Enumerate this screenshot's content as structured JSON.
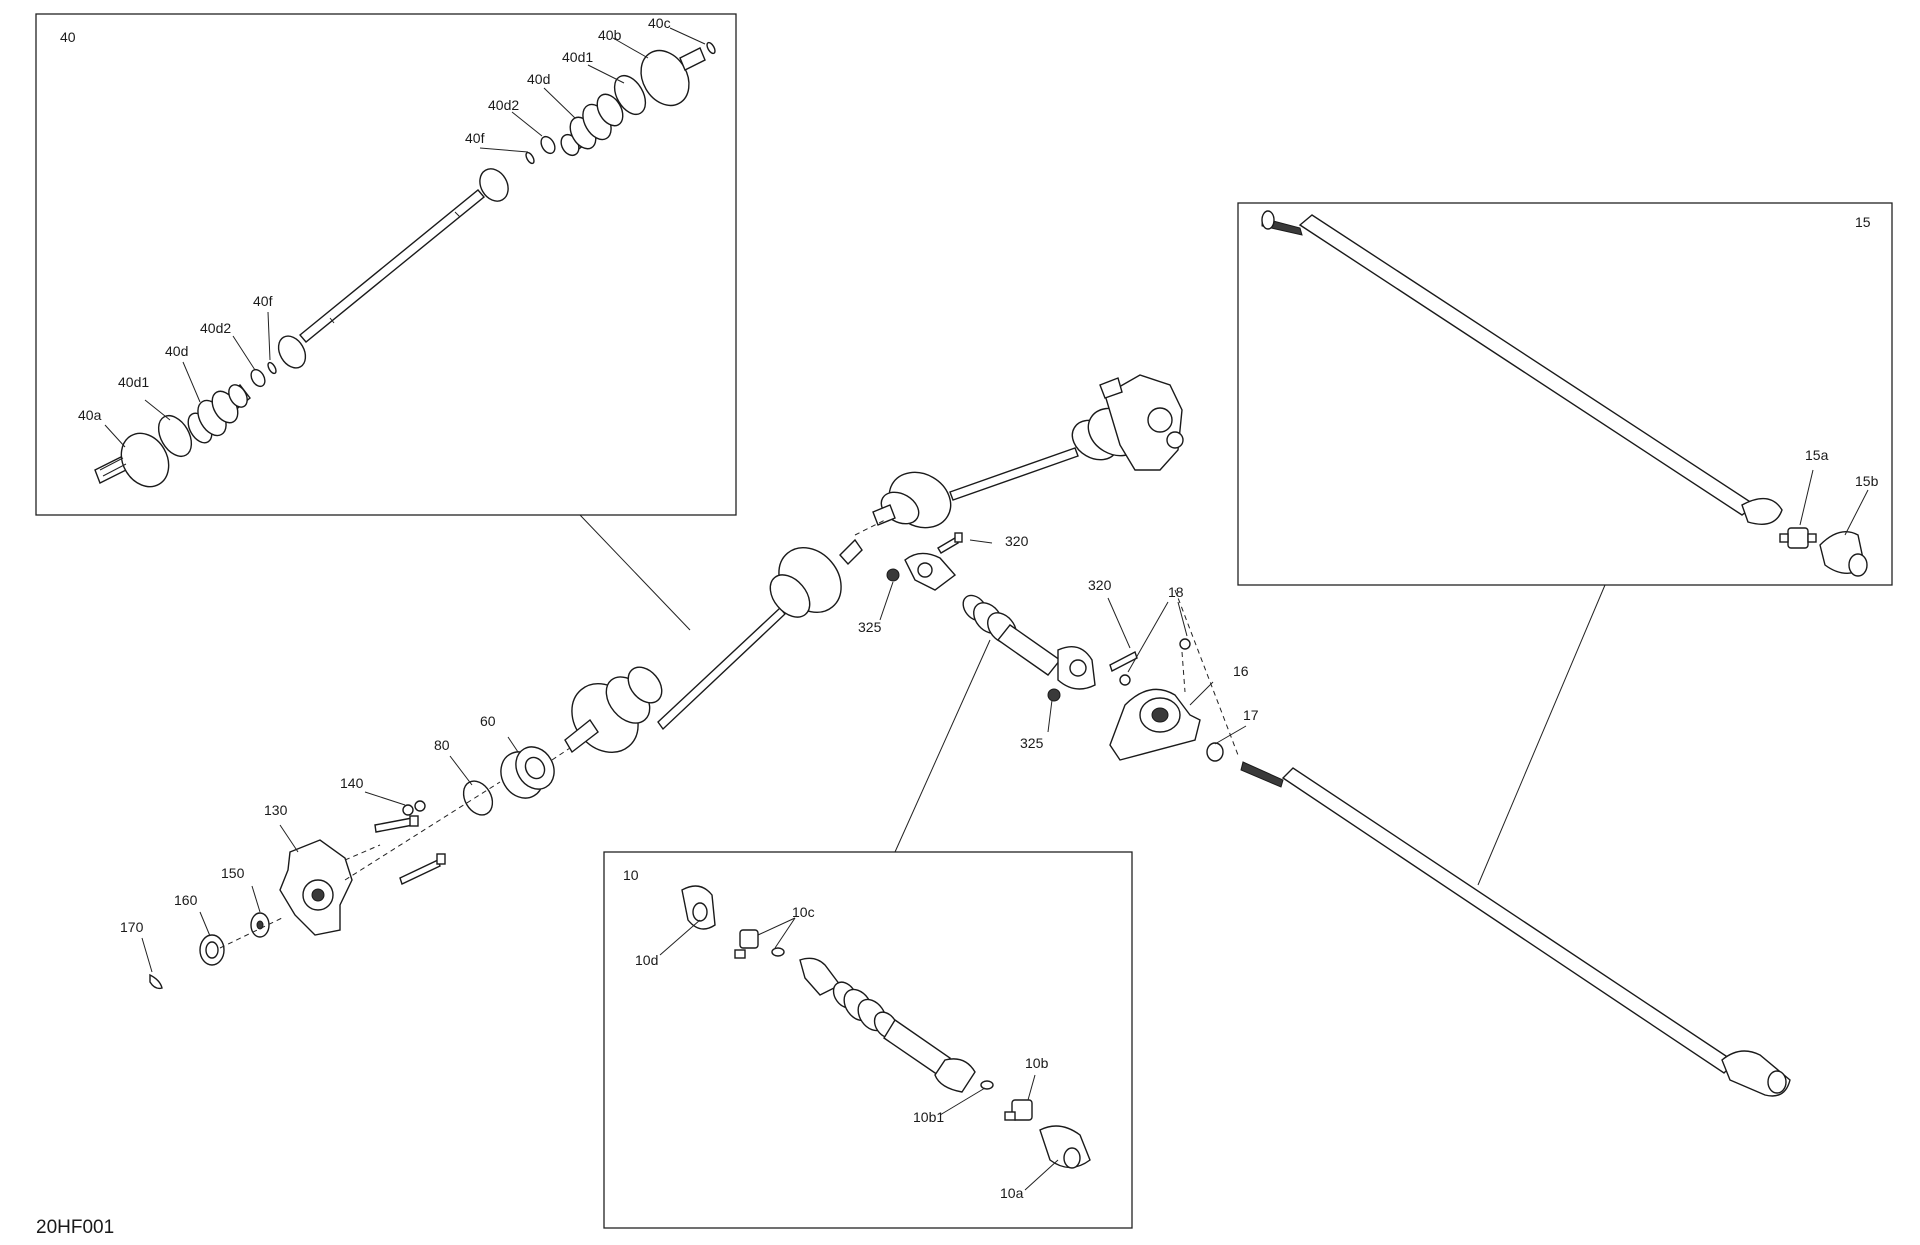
{
  "diagram_code": "20HF001",
  "callouts": {
    "c40_box": "40",
    "c40a": "40a",
    "c40b": "40b",
    "c40c": "40c",
    "c40d_l": "40d",
    "c40d_u": "40d",
    "c40d1_l": "40d1",
    "c40d1_u": "40d1",
    "c40d2_l": "40d2",
    "c40d2_u": "40d2",
    "c40f_l": "40f",
    "c40f_u": "40f",
    "c15_box": "15",
    "c15a": "15a",
    "c15b": "15b",
    "c10_box": "10",
    "c10a": "10a",
    "c10b": "10b",
    "c10b1": "10b1",
    "c10c": "10c",
    "c10d": "10d",
    "c320_a": "320",
    "c320_b": "320",
    "c325_a": "325",
    "c325_b": "325",
    "c18": "18",
    "c16": "16",
    "c17": "17",
    "c60": "60",
    "c80": "80",
    "c140": "140",
    "c130": "130",
    "c150": "150",
    "c160": "160",
    "c170": "170"
  }
}
